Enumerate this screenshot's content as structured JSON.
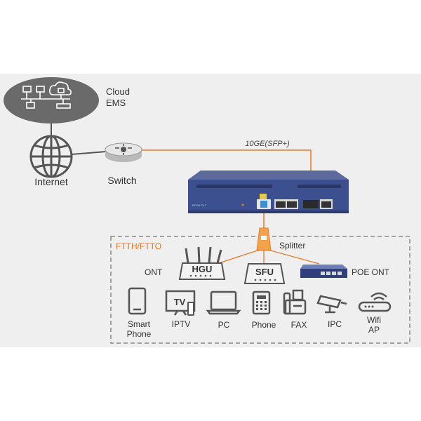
{
  "cloud": {
    "line1": "Cloud",
    "line2": "EMS"
  },
  "internet_label": "Internet",
  "switch_label": "Switch",
  "link_label": "10GE(SFP+)",
  "olt": {
    "model_text": "EPON OLT"
  },
  "splitter_label": "Splitter",
  "zone_label": "FTTH/FTTO",
  "ont_label": "ONT",
  "hgu_label": "HGU",
  "sfu_label": "SFU",
  "poe_ont_label": "POE ONT",
  "devices": [
    {
      "line1": "Smart",
      "line2": "Phone"
    },
    {
      "line1": "IPTV"
    },
    {
      "line1": "PC"
    },
    {
      "line1": "Phone"
    },
    {
      "line1": "FAX"
    },
    {
      "line1": "IPC"
    },
    {
      "line1": "Wifi",
      "line2": "AP"
    }
  ],
  "tv_text": "TV",
  "colors": {
    "background_panel": "#efefef",
    "accent_orange": "#e37a2b",
    "olt_blue": "#3c4f8e",
    "icon_dark": "#555555"
  }
}
